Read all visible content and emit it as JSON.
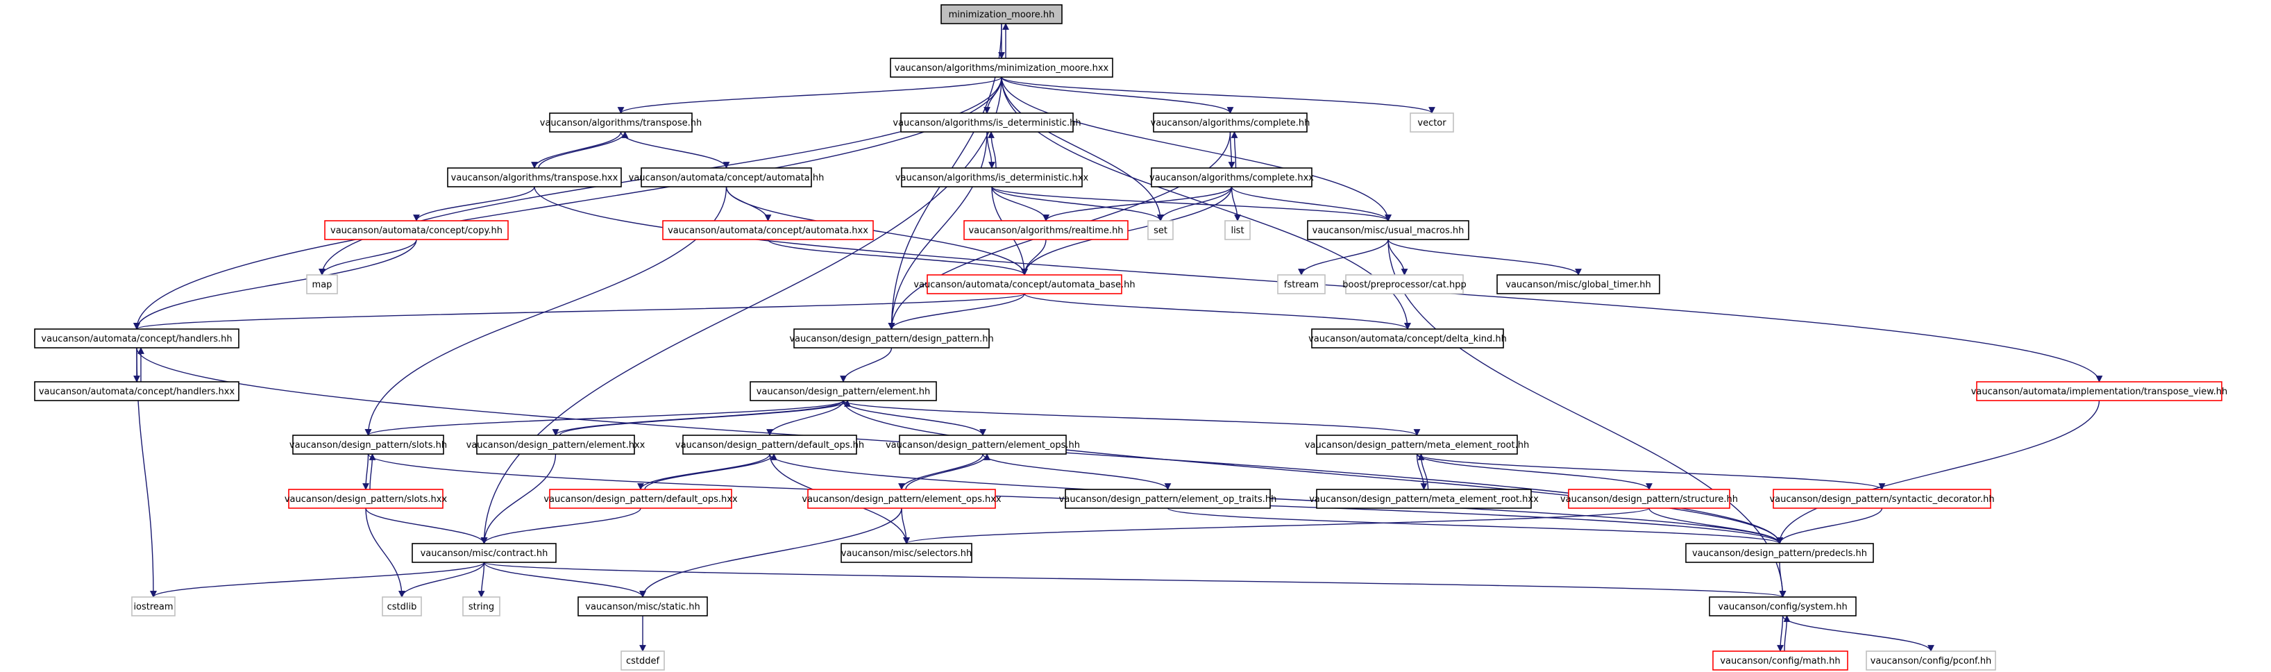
{
  "colors": {
    "edge": "#191970",
    "border_normal": "#000000",
    "border_red": "#ff0000",
    "border_missing": "#bfbfbf",
    "root_fill": "#bfbfbf",
    "fill": "#ffffff"
  },
  "nodes": [
    {
      "id": "n_root",
      "label": "minimization_moore.hh",
      "kind": "root"
    },
    {
      "id": "n_minhxx",
      "label": "vaucanson/algorithms/minimization_moore.hxx",
      "kind": "normal"
    },
    {
      "id": "n_transpose_hh",
      "label": "vaucanson/algorithms/transpose.hh",
      "kind": "normal"
    },
    {
      "id": "n_isdet_hh",
      "label": "vaucanson/algorithms/is_deterministic.hh",
      "kind": "normal"
    },
    {
      "id": "n_complete_hh",
      "label": "vaucanson/algorithms/complete.hh",
      "kind": "normal"
    },
    {
      "id": "n_vector",
      "label": "vector",
      "kind": "missing"
    },
    {
      "id": "n_transpose_hxx",
      "label": "vaucanson/algorithms/transpose.hxx",
      "kind": "normal"
    },
    {
      "id": "n_automata_hh",
      "label": "vaucanson/automata/concept/automata.hh",
      "kind": "normal"
    },
    {
      "id": "n_isdet_hxx",
      "label": "vaucanson/algorithms/is_deterministic.hxx",
      "kind": "normal"
    },
    {
      "id": "n_complete_hxx",
      "label": "vaucanson/algorithms/complete.hxx",
      "kind": "normal"
    },
    {
      "id": "n_copy_hh",
      "label": "vaucanson/automata/concept/copy.hh",
      "kind": "red"
    },
    {
      "id": "n_automata_hxx",
      "label": "vaucanson/automata/concept/automata.hxx",
      "kind": "red"
    },
    {
      "id": "n_realtime_hh",
      "label": "vaucanson/algorithms/realtime.hh",
      "kind": "red"
    },
    {
      "id": "n_set",
      "label": "set",
      "kind": "missing"
    },
    {
      "id": "n_list",
      "label": "list",
      "kind": "missing"
    },
    {
      "id": "n_usual_macros",
      "label": "vaucanson/misc/usual_macros.hh",
      "kind": "normal"
    },
    {
      "id": "n_map",
      "label": "map",
      "kind": "missing"
    },
    {
      "id": "n_fstream",
      "label": "fstream",
      "kind": "missing"
    },
    {
      "id": "n_boost_cat",
      "label": "boost/preprocessor/cat.hpp",
      "kind": "missing"
    },
    {
      "id": "n_global_timer",
      "label": "vaucanson/misc/global_timer.hh",
      "kind": "normal"
    },
    {
      "id": "n_automata_base",
      "label": "vaucanson/automata/concept/automata_base.hh",
      "kind": "red"
    },
    {
      "id": "n_handlers_hh",
      "label": "vaucanson/automata/concept/handlers.hh",
      "kind": "normal"
    },
    {
      "id": "n_design_pattern",
      "label": "vaucanson/design_pattern/design_pattern.hh",
      "kind": "normal"
    },
    {
      "id": "n_delta_kind",
      "label": "vaucanson/automata/concept/delta_kind.hh",
      "kind": "normal"
    },
    {
      "id": "n_handlers_hxx",
      "label": "vaucanson/automata/concept/handlers.hxx",
      "kind": "normal"
    },
    {
      "id": "n_element_hh",
      "label": "vaucanson/design_pattern/element.hh",
      "kind": "normal"
    },
    {
      "id": "n_transpose_view",
      "label": "vaucanson/automata/implementation/transpose_view.hh",
      "kind": "red"
    },
    {
      "id": "n_slots_hh",
      "label": "vaucanson/design_pattern/slots.hh",
      "kind": "normal"
    },
    {
      "id": "n_element_hxx",
      "label": "vaucanson/design_pattern/element.hxx",
      "kind": "normal"
    },
    {
      "id": "n_default_ops_hh",
      "label": "vaucanson/design_pattern/default_ops.hh",
      "kind": "normal"
    },
    {
      "id": "n_element_ops_hh",
      "label": "vaucanson/design_pattern/element_ops.hh",
      "kind": "normal"
    },
    {
      "id": "n_meta_root_hh",
      "label": "vaucanson/design_pattern/meta_element_root.hh",
      "kind": "normal"
    },
    {
      "id": "n_slots_hxx",
      "label": "vaucanson/design_pattern/slots.hxx",
      "kind": "red"
    },
    {
      "id": "n_default_ops_hxx",
      "label": "vaucanson/design_pattern/default_ops.hxx",
      "kind": "red"
    },
    {
      "id": "n_element_ops_hxx",
      "label": "vaucanson/design_pattern/element_ops.hxx",
      "kind": "red"
    },
    {
      "id": "n_element_op_traits",
      "label": "vaucanson/design_pattern/element_op_traits.hh",
      "kind": "normal"
    },
    {
      "id": "n_meta_root_hxx",
      "label": "vaucanson/design_pattern/meta_element_root.hxx",
      "kind": "normal"
    },
    {
      "id": "n_structure_hh",
      "label": "vaucanson/design_pattern/structure.hh",
      "kind": "red"
    },
    {
      "id": "n_syntactic_decorator",
      "label": "vaucanson/design_pattern/syntactic_decorator.hh",
      "kind": "red"
    },
    {
      "id": "n_contract_hh",
      "label": "vaucanson/misc/contract.hh",
      "kind": "normal"
    },
    {
      "id": "n_selectors_hh",
      "label": "vaucanson/misc/selectors.hh",
      "kind": "normal"
    },
    {
      "id": "n_predecls_hh",
      "label": "vaucanson/design_pattern/predecls.hh",
      "kind": "normal"
    },
    {
      "id": "n_iostream",
      "label": "iostream",
      "kind": "missing"
    },
    {
      "id": "n_cstdlib",
      "label": "cstdlib",
      "kind": "missing"
    },
    {
      "id": "n_string",
      "label": "string",
      "kind": "missing"
    },
    {
      "id": "n_static_hh",
      "label": "vaucanson/misc/static.hh",
      "kind": "normal"
    },
    {
      "id": "n_system_hh",
      "label": "vaucanson/config/system.hh",
      "kind": "normal"
    },
    {
      "id": "n_cstddef",
      "label": "cstddef",
      "kind": "missing"
    },
    {
      "id": "n_math_hh",
      "label": "vaucanson/config/math.hh",
      "kind": "red"
    },
    {
      "id": "n_pconf_hh",
      "label": "vaucanson/config/pconf.hh",
      "kind": "missing"
    }
  ]
}
